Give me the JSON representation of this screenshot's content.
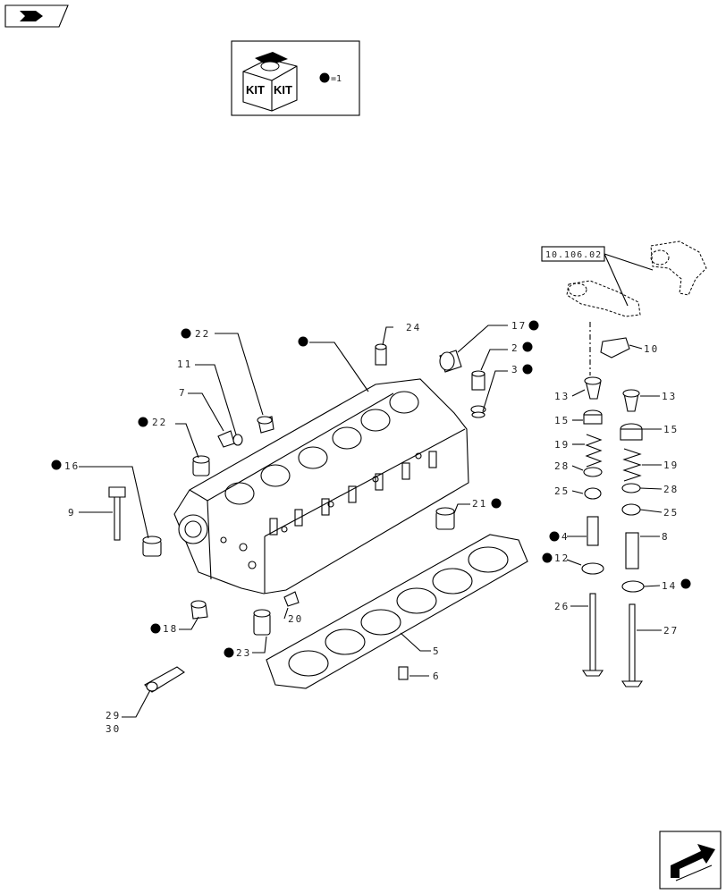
{
  "kit_legend": {
    "kit_left": "KIT",
    "kit_right": "KIT",
    "equals_text": "=1"
  },
  "ref_box": "10.106.02",
  "callouts": {
    "c1": "22",
    "c2": "11",
    "c3": "7",
    "c4": "22",
    "c5": "16",
    "c6": "9",
    "c7": "24",
    "c8": "17",
    "c9": "2",
    "c10": "3",
    "c11": "21",
    "c12": "18",
    "c13": "20",
    "c14": "23",
    "c15": "5",
    "c16": "6",
    "c17": "29",
    "c18": "30",
    "c19": "10",
    "c20": "13",
    "c21": "13",
    "c22": "15",
    "c23": "15",
    "c24": "19",
    "c25": "19",
    "c26": "28",
    "c27": "28",
    "c28": "25",
    "c29": "25",
    "c30": "4",
    "c31": "8",
    "c32": "12",
    "c33": "14",
    "c34": "26",
    "c35": "27"
  }
}
